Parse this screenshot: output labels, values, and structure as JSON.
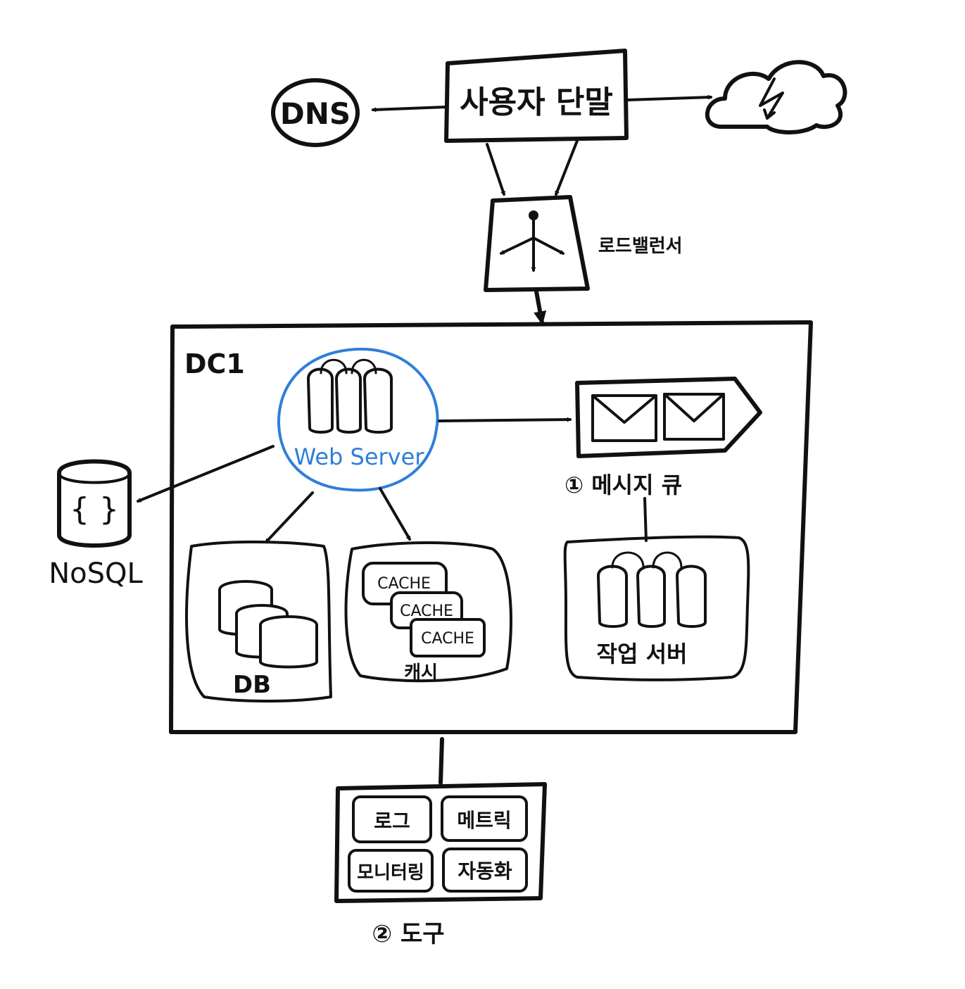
{
  "nodes": {
    "dns": {
      "label": "DNS"
    },
    "user_device": {
      "label": "사용자 단말"
    },
    "load_balancer": {
      "label": "로드밸런서"
    },
    "datacenter": {
      "label": "DC1"
    },
    "web_server": {
      "label": "Web Server"
    },
    "message_queue": {
      "label": "① 메시지 큐"
    },
    "worker_server": {
      "label": "작업 서버"
    },
    "db": {
      "label": "DB"
    },
    "cache": {
      "label": "캐시",
      "items": [
        "CACHE",
        "CACHE",
        "CACHE"
      ]
    },
    "nosql": {
      "label": "NoSQL",
      "icon": "{ }"
    },
    "tools": {
      "label": "② 도구",
      "items": [
        "로그",
        "메트릭",
        "모니터링",
        "자동화"
      ]
    }
  },
  "colors": {
    "ink": "#111111",
    "web_server_accent": "#2f7fd8"
  },
  "icons": [
    "cloud-lightning-icon",
    "load-balancer-icon",
    "server-rack-icon",
    "envelope-icon",
    "database-icon",
    "nosql-icon"
  ]
}
